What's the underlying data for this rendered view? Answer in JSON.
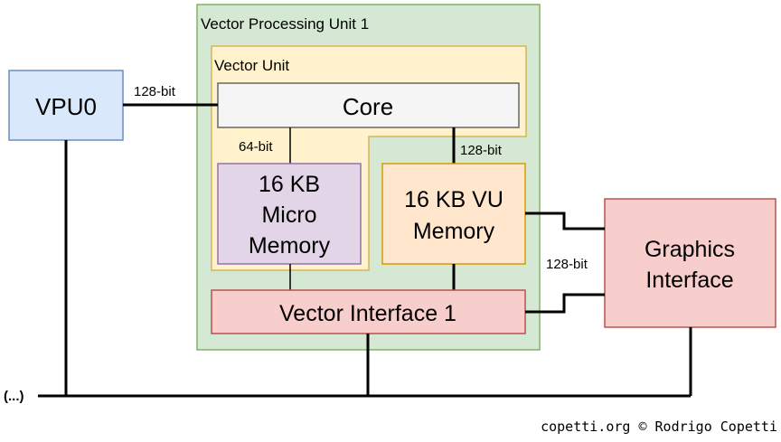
{
  "diagram": {
    "vpu1_container": {
      "label": "Vector Processing Unit 1",
      "fill": "#d5e8d4",
      "stroke": "#82b366"
    },
    "vector_unit": {
      "label": "Vector Unit",
      "fill": "#fff2cc",
      "stroke": "#d6b656"
    },
    "vpu0": {
      "label": "VPU0",
      "fill": "#dae8fc",
      "stroke": "#6c8ebf"
    },
    "core": {
      "label": "Core",
      "fill": "#f5f5f5",
      "stroke": "#666666"
    },
    "micro_memory": {
      "line1": "16 KB",
      "line2": "Micro",
      "line3": "Memory",
      "fill": "#e1d5e7",
      "stroke": "#9673a6"
    },
    "vu_memory": {
      "line1": "16 KB VU",
      "line2": "Memory",
      "fill": "#ffe6cc",
      "stroke": "#d79b00"
    },
    "vector_interface": {
      "label": "Vector Interface 1",
      "fill": "#f8cecc",
      "stroke": "#b85450"
    },
    "graphics_interface": {
      "line1": "Graphics",
      "line2": "Interface",
      "fill": "#f8cecc",
      "stroke": "#b85450"
    },
    "edges": {
      "vpu0_core": "128-bit",
      "core_micro": "64-bit",
      "core_vu_mem": "128-bit",
      "to_gif": "128-bit"
    },
    "bus_label": "(...)",
    "credit": "copetti.org © Rodrigo Copetti"
  }
}
